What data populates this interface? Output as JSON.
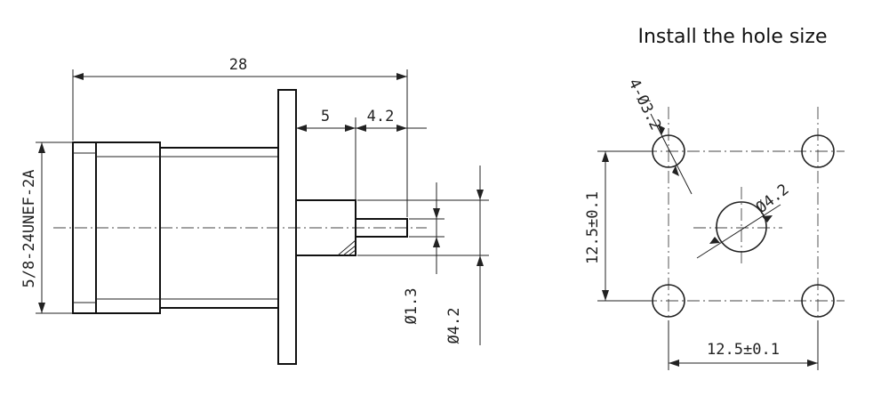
{
  "title": "Install the hole size",
  "side_view": {
    "overall_length": "28",
    "thread_spec": "5/8-24UNEF-2A",
    "flange_to_step": "5",
    "pin_length": "4.2",
    "pin_diameter": "Ø1.3",
    "body_diameter": "Ø4.2"
  },
  "hole_pattern": {
    "mount_holes": "4-Ø3.2",
    "center_hole": "Ø4.2",
    "vertical_spacing": "12.5±0.1",
    "horizontal_spacing": "12.5±0.1"
  }
}
